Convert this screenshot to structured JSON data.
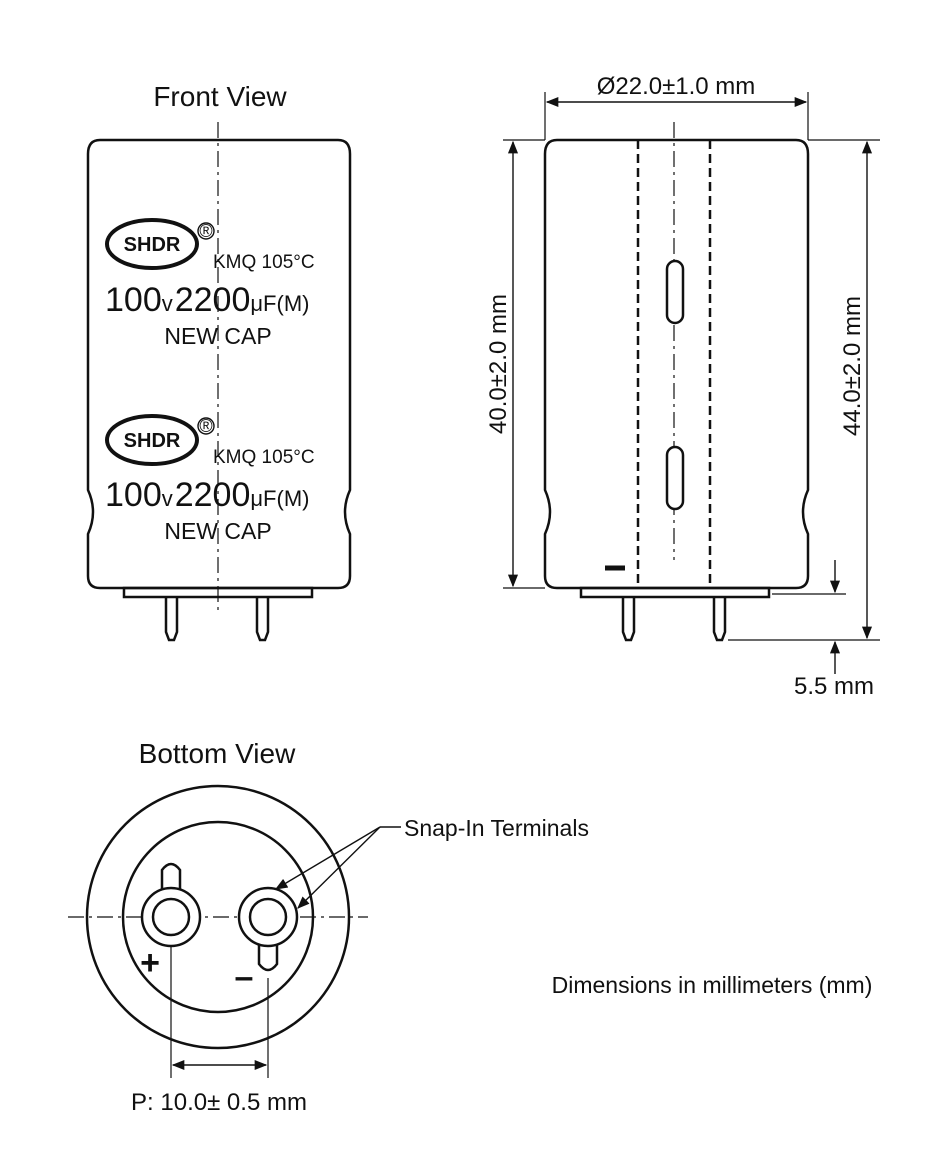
{
  "front_view": {
    "title": "Front View",
    "sleeve_marks": [
      {
        "brand": "SHDR",
        "registered": "®",
        "series": "KMQ 105°C",
        "voltage": "100",
        "voltage_unit": "v",
        "capacitance": "2200",
        "capacitance_unit": "μF",
        "tolerance": "(M)",
        "product": "NEW CAP"
      },
      {
        "brand": "SHDR",
        "registered": "®",
        "series": "KMQ 105°C",
        "voltage": "100",
        "voltage_unit": "v",
        "capacitance": "2200",
        "capacitance_unit": "μF",
        "tolerance": "(M)",
        "product": "NEW CAP"
      }
    ]
  },
  "side_view": {
    "diameter_label": "Ø22.0±1.0 mm",
    "body_height_label": "40.0±2.0 mm",
    "total_height_label": "44.0±2.0 mm",
    "lead_length_label": "5.5 mm",
    "negative_mark": "–"
  },
  "bottom_view": {
    "title": "Bottom View",
    "terminals_label": "Snap-In Terminals",
    "positive_sign": "+",
    "negative_sign": "–",
    "pitch_label": "P: 10.0± 0.5 mm"
  },
  "note": "Dimensions in millimeters (mm)",
  "colors": {
    "line": "#111111",
    "background": "#ffffff"
  }
}
